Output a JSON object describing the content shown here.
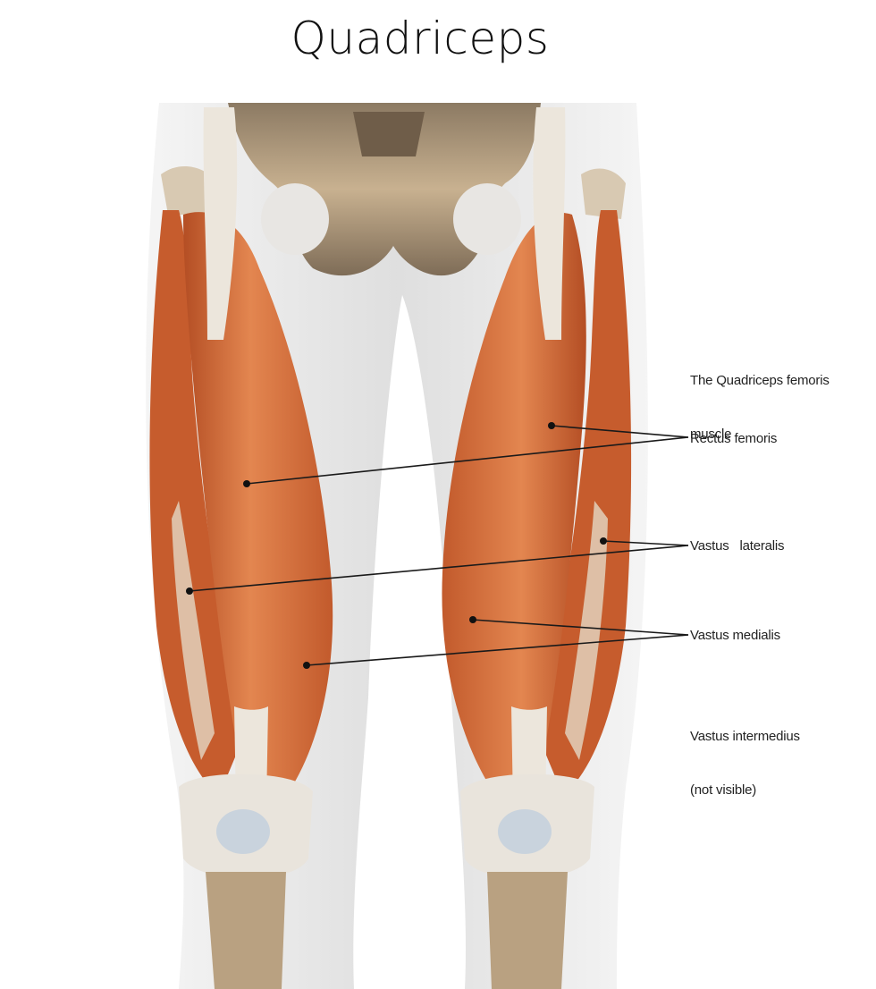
{
  "title": "Quadriceps",
  "labels": {
    "header": [
      "The Quadriceps femoris",
      "muscle"
    ],
    "rectus_femoris": "Rectus femoris",
    "vastus_lateralis": "Vastus   lateralis",
    "vastus_medialis": "Vastus medialis",
    "vastus_intermedius": [
      "Vastus intermedius",
      "(not visible)"
    ]
  },
  "colors": {
    "muscle": "#cc5f30",
    "muscle_light": "#e4884f",
    "bone": "#c9b191",
    "tendon": "#ece6dc",
    "skin": "#e6e6e6",
    "leader": "#1a1a1a"
  }
}
